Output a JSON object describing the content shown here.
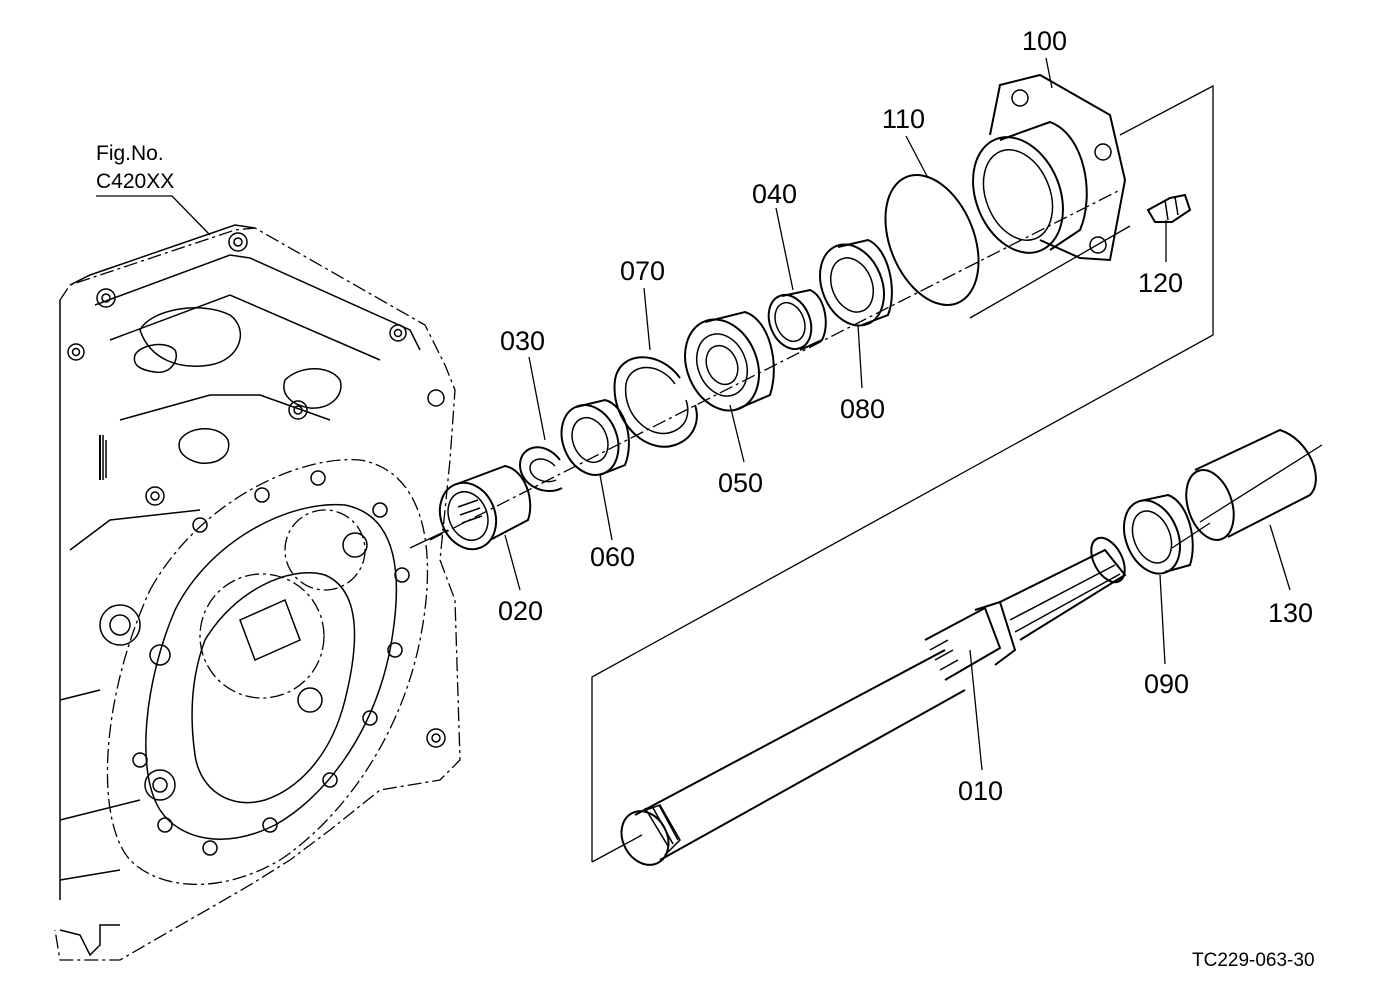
{
  "figure": {
    "fig_no_label": "Fig.No.",
    "fig_no_value": "C420XX",
    "reference_code": "TC229-063-30"
  },
  "parts": [
    {
      "id": "p010",
      "number": "010"
    },
    {
      "id": "p020",
      "number": "020"
    },
    {
      "id": "p030",
      "number": "030"
    },
    {
      "id": "p040",
      "number": "040"
    },
    {
      "id": "p050",
      "number": "050"
    },
    {
      "id": "p060",
      "number": "060"
    },
    {
      "id": "p070",
      "number": "070"
    },
    {
      "id": "p080",
      "number": "080"
    },
    {
      "id": "p090",
      "number": "090"
    },
    {
      "id": "p100",
      "number": "100"
    },
    {
      "id": "p110",
      "number": "110"
    },
    {
      "id": "p120",
      "number": "120"
    },
    {
      "id": "p130",
      "number": "130"
    }
  ]
}
